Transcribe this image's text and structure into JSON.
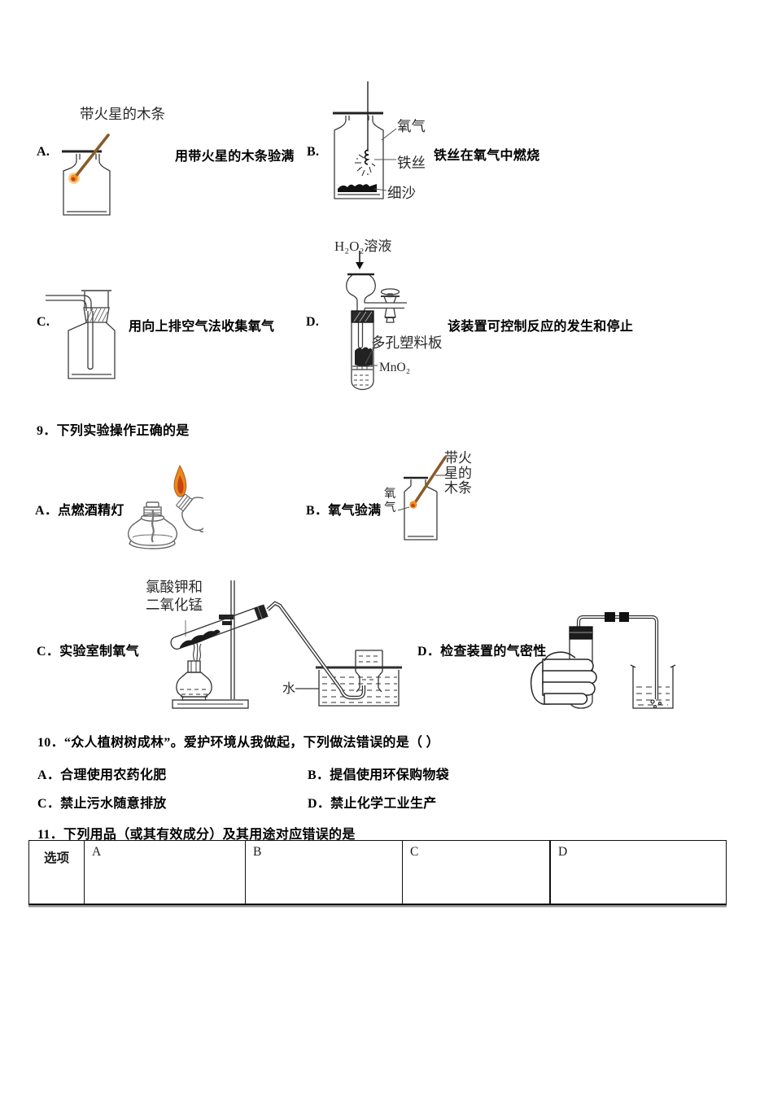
{
  "q8": {
    "optionA": {
      "letter": "A.",
      "desc": "用带火星的木条验满",
      "splint_label": "带火星的木条"
    },
    "optionB": {
      "letter": "B.",
      "desc": "铁丝在氧气中燃烧",
      "label_oxygen": "氧气",
      "label_wire": "铁丝",
      "label_sand": "细沙"
    },
    "optionC": {
      "letter": "C.",
      "desc": "用向上排空气法收集氧气"
    },
    "optionD": {
      "letter": "D.",
      "desc": "该装置可控制反应的发生和停止",
      "label_h2o2": "H₂O₂溶液",
      "label_plate": "多孔塑料板",
      "label_mno2": "MnO₂"
    }
  },
  "q9": {
    "stem": "9．下列实验操作正确的是",
    "optionA": {
      "label": "A．点燃酒精灯"
    },
    "optionB": {
      "label": "B．氧气验满",
      "label_oxygen": "氧\n气",
      "label_splint": "带火\n星的\n木条"
    },
    "optionC": {
      "label": "C．实验室制氧气",
      "label_chemicals": "氯酸钾和\n二氧化锰",
      "label_water": "水"
    },
    "optionD": {
      "label": "D．检查装置的气密性"
    }
  },
  "q10": {
    "stem": "10．“众人植树树成林”。爱护环境从我做起，下列做法错误的是（  ）",
    "optionA": "A．合理使用农药化肥",
    "optionB": "B．提倡使用环保购物袋",
    "optionC": "C．禁止污水随意排放",
    "optionD": "D．禁止化学工业生产"
  },
  "q11": {
    "stem": "11．下列用品（或其有效成分）及其用途对应错误的是",
    "table": {
      "headers": [
        "选项",
        "A",
        "B",
        "C",
        "D"
      ]
    }
  },
  "colors": {
    "flame_outer": "#e6891e",
    "flame_inner": "#c94313",
    "splint_brown": "#8a5a28",
    "ink": "#1a1a1a"
  }
}
